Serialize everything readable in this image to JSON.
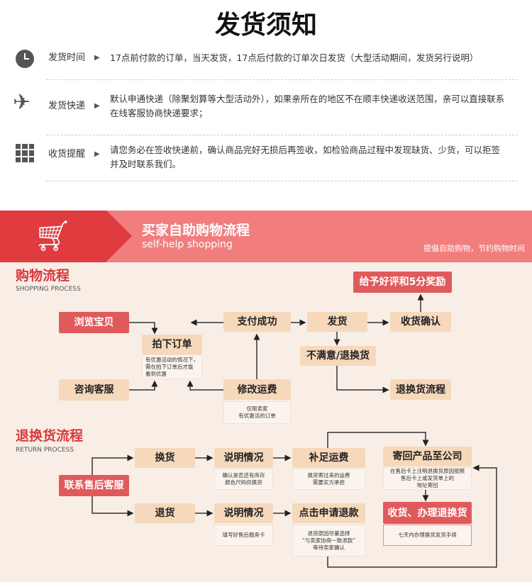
{
  "title": "发货须知",
  "notices": [
    {
      "icon": "clock-icon",
      "label": "发货时间",
      "text": "17点前付款的订单，当天发货，17点后付款的订单次日发货（大型活动期间，发货另行说明）"
    },
    {
      "icon": "airplane-icon",
      "label": "发货快递",
      "text": "默认申通快递（除聚划算等大型活动外），如果亲所在的地区不在顺丰快递收送范围，亲可以直接联系在线客服协商快递要求；"
    },
    {
      "icon": "grid-icon",
      "label": "收货提醒",
      "text": "请您务必在签收快递前，确认商品完好无损后再签收，如检验商品过程中发现缺货、少货，可以拒签并及时联系我们。"
    }
  ],
  "arrow": "▶",
  "banner": {
    "title": "买家自助购物流程",
    "subtitle": "self-help shopping",
    "slogan": "提倡自助购物，节约购物时间"
  },
  "shopping": {
    "title": "购物流程",
    "title_en": "SHOPPING PROCESS",
    "browse": "浏览宝贝",
    "order": "拍下订单",
    "order_note": "有优惠活动的情况下，\n需在拍下订单后才能\n看到优惠",
    "consult": "咨询客服",
    "pay": "支付成功",
    "modify": "修改运费",
    "modify_note": "仅限卖家\n有优惠活的订单",
    "ship": "发货",
    "unsatisfied": "不满意/退换货",
    "confirm": "收货确认",
    "review": "给予好评和5分奖励",
    "return_flow": "退换货流程"
  },
  "returns": {
    "title": "退换货流程",
    "title_en": "RETURN PROCESS",
    "contact": "联系售后客服",
    "exchange": "换货",
    "explain1": "说明情况",
    "explain1_note": "确认是否还有库存\n颜色尺码供换货",
    "pay_ship": "补足运费",
    "pay_ship_note": "换货寄过来的运费\n需要买方承担",
    "send_back": "寄回产品至公司",
    "send_back_note": "在售后卡上注明退换货原因按照\n售后卡上或发货单上的\n地址寄回",
    "refund": "退货",
    "explain2": "说明情况",
    "explain2_note": "填写好售后服务卡",
    "apply": "点击申请退款",
    "apply_note": "退货原因尽量选择\n“与卖家协商一致退款”\n等待卖家确认",
    "receive": "收货、办理退换货",
    "receive_note": "七天内办理换货发货手续"
  }
}
